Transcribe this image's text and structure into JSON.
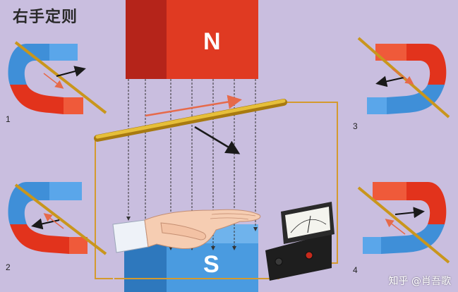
{
  "title": "右手定则",
  "poles": {
    "north": "N",
    "south": "S"
  },
  "panel_numbers": [
    "1",
    "2",
    "3",
    "4"
  ],
  "watermark": "知乎 @肖吾歌",
  "colors": {
    "background": "#c9bedf",
    "north_red": "#e2331c",
    "south_blue": "#3a8fd6",
    "conductor": "#d4a41e",
    "circuit_wire": "#d49a2e"
  }
}
